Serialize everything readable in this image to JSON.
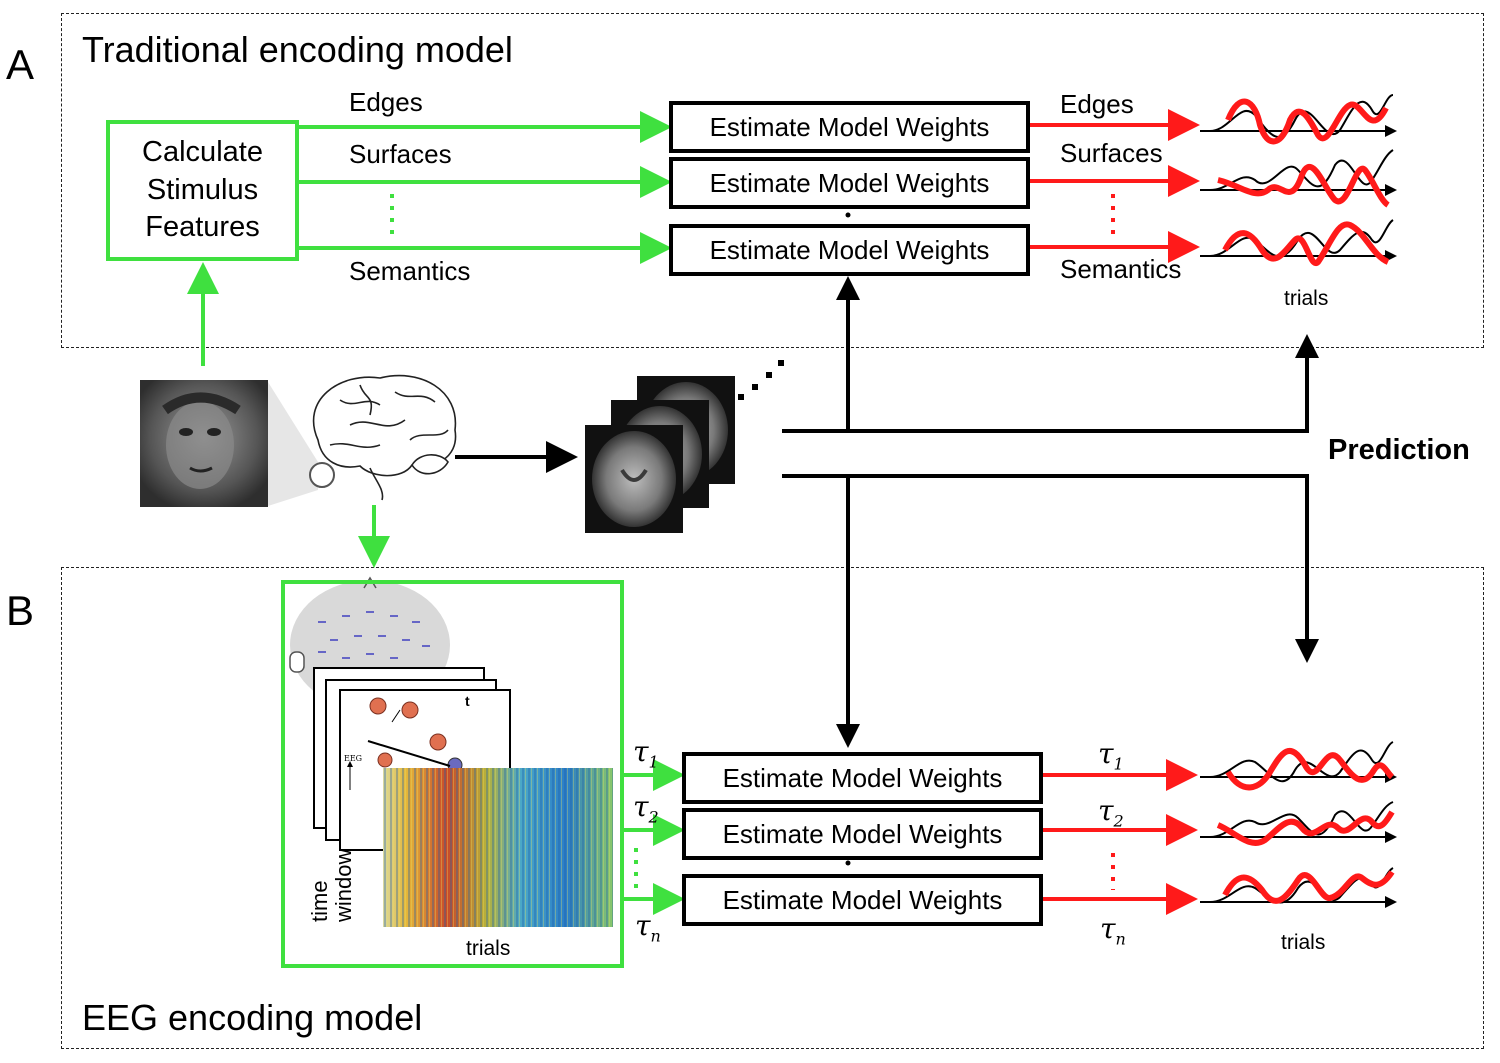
{
  "panel_a": {
    "letter": "A",
    "title": "Traditional encoding model"
  },
  "panel_b": {
    "letter": "B",
    "title": "EEG encoding model"
  },
  "calc_box": {
    "lines": [
      "Calculate",
      "Stimulus",
      "Features"
    ]
  },
  "features": {
    "edges": "Edges",
    "surfaces": "Surfaces",
    "semantics": "Semantics"
  },
  "weights_label": "Estimate Model Weights",
  "predictions_a": {
    "edges": "Edges",
    "surfaces": "Surfaces",
    "semantics": "Semantics",
    "trials": "trials"
  },
  "prediction_label": "Prediction",
  "eeg": {
    "time_window": [
      "time",
      "window"
    ],
    "trials": "trials",
    "t_marker": "t",
    "eeg_axis": "EEG"
  },
  "tau": {
    "symbol": "τ",
    "subs": [
      "1",
      "2",
      "n"
    ]
  },
  "predictions_b": {
    "trials": "trials"
  },
  "colors": {
    "green": "#3fe03f",
    "red": "#ff1a1a",
    "black": "#000000"
  }
}
